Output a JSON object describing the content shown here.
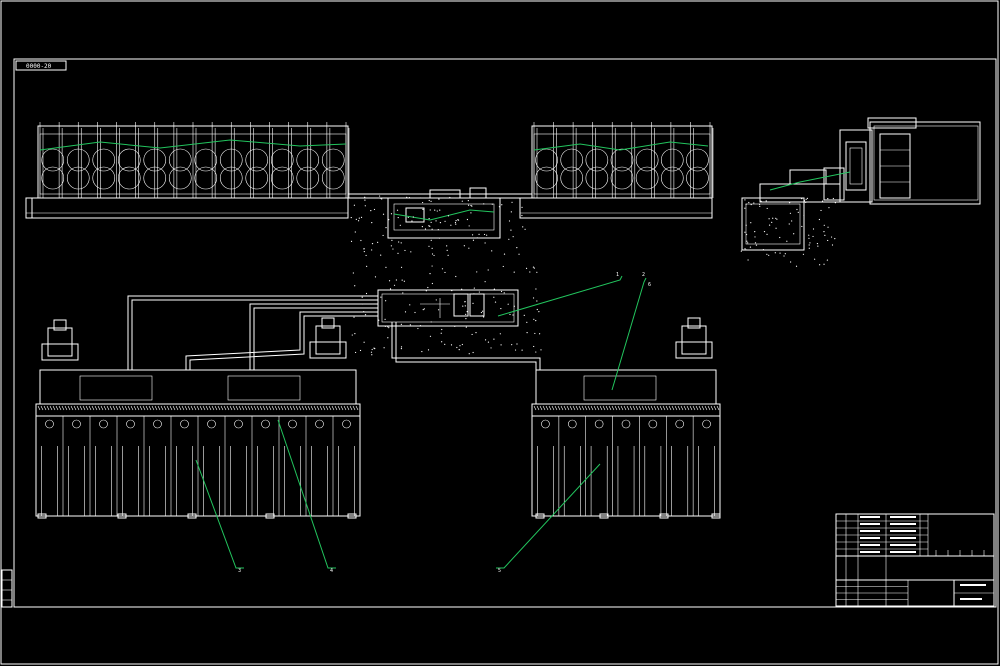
{
  "drawing": {
    "frame_tag": "0000-20",
    "title_block": {
      "drawing_name": "",
      "drawing_number": "",
      "rows": [
        "",
        "",
        "",
        "",
        ""
      ]
    },
    "leader_labels": [
      "1",
      "2",
      "3",
      "4",
      "5",
      "6"
    ],
    "colors": {
      "background": "#000000",
      "lines": "#ffffff",
      "leaders": "#22c55e"
    }
  }
}
